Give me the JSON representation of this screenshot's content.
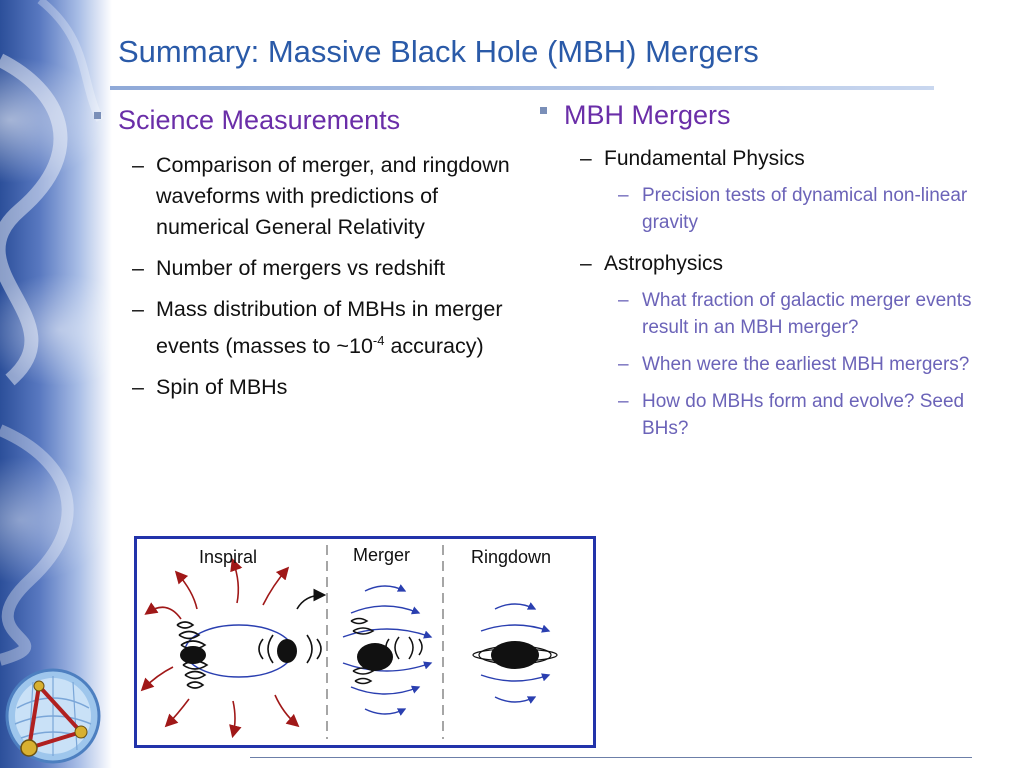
{
  "slide": {
    "title": "Summary: Massive Black Hole (MBH) Mergers"
  },
  "left_column": {
    "heading": "Science Measurements",
    "items": [
      "Comparison of merger, and ringdown waveforms with predictions of numerical General Relativity",
      "Number of mergers vs redshift",
      "Mass distribution of MBHs in merger events (masses to ~10",
      "Spin of MBHs"
    ],
    "superscript": "-4",
    "item3_suffix": "accuracy)"
  },
  "right_column": {
    "heading": "MBH Mergers",
    "groups": [
      {
        "label": "Fundamental Physics",
        "items": [
          "Precision tests of dynamical non-linear gravity"
        ]
      },
      {
        "label": "Astrophysics",
        "items": [
          "What fraction of galactic merger events result in an MBH merger?",
          "When were the earliest MBH mergers?",
          "How do MBHs form and evolve? Seed BHs?"
        ]
      }
    ]
  },
  "figure": {
    "panels": [
      "Inspiral",
      "Merger",
      "Ringdown"
    ]
  },
  "colors": {
    "title": "#2a5aa8",
    "heading": "#6a2ea8",
    "subitem": "#6b63b8",
    "figure_border": "#2233aa",
    "arrow_red": "#a01818",
    "orbit_blue": "#2a3fb0"
  }
}
